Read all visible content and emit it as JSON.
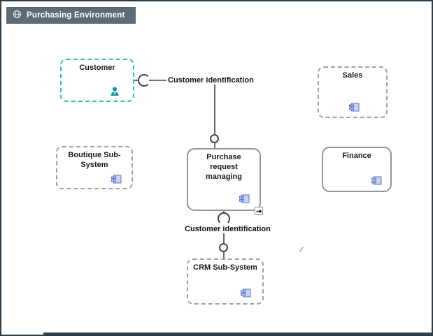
{
  "window": {
    "title": "Purchasing Environment"
  },
  "diagram": {
    "nodes": [
      {
        "label": "Customer",
        "type": "actor",
        "style": "dashed-cyan",
        "icon": "person-icon"
      },
      {
        "label": "Sales",
        "type": "component",
        "style": "dashed-gray",
        "icon": "component-icon"
      },
      {
        "label": "Boutique Sub-System",
        "type": "component",
        "style": "dashed-gray",
        "icon": "component-icon"
      },
      {
        "label": "Purchase request managing",
        "type": "component",
        "style": "solid-gray",
        "icon": "component-icon"
      },
      {
        "label": "Finance",
        "type": "component",
        "style": "solid-gray",
        "icon": "component-icon"
      },
      {
        "label": "CRM Sub-System",
        "type": "component",
        "style": "dashed-gray",
        "icon": "component-icon"
      }
    ],
    "connections": [
      {
        "label": "Customer identification",
        "from": "Customer",
        "to": "Purchase request managing",
        "notation": "ball-and-socket"
      },
      {
        "label": "Customer identification",
        "from": "Purchase request managing",
        "to": "CRM Sub-System",
        "notation": "ball-and-socket"
      }
    ]
  },
  "colors": {
    "title_bar_bg": "#5c6b75",
    "title_text": "#ffffff",
    "actor_border": "#2fb8c5",
    "dashed_border": "#9aa3ab",
    "solid_border": "#8d969e",
    "connector": "#37474f",
    "component_icon_fill": "#c9d4f2",
    "component_icon_stroke": "#5b74c4",
    "person_icon": "#1797a6",
    "canvas_border": "#2b3d4a"
  }
}
